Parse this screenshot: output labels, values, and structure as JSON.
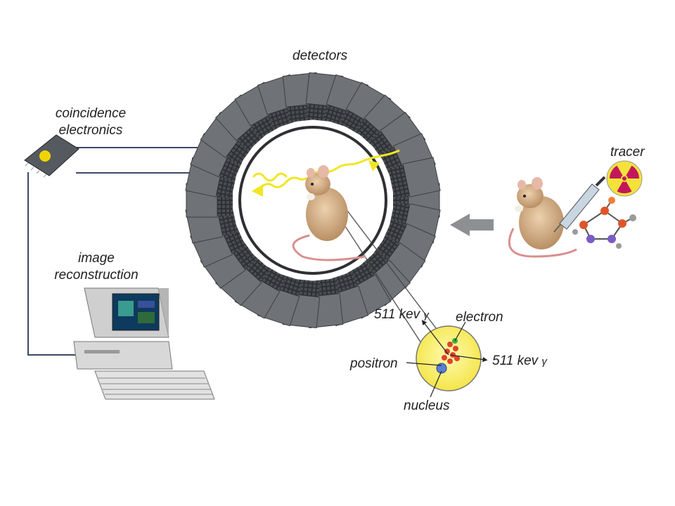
{
  "labels": {
    "detectors": "detectors",
    "coincidence_line1": "coincidence",
    "coincidence_line2": "electronics",
    "tracer": "tracer",
    "image_line1": "image",
    "image_line2": "reconstruction",
    "kev_top": "511 kev",
    "electron": "electron",
    "positron": "positron",
    "kev_right": "511 kev",
    "nucleus": "nucleus",
    "gamma": "γ"
  },
  "colors": {
    "detector_block": "#6f7276",
    "detector_inner": "#2e3033",
    "wire": "#3a4a66",
    "gamma_ray": "#f2e622",
    "mouse_body": "#d6b48e",
    "atom_fill": "#fbf36b",
    "positron_red": "#e0442a",
    "radiation_yellow": "#f3e23a",
    "radiation_magenta": "#c2185b"
  },
  "icons": [
    "chip-icon",
    "computer-icon",
    "mouse-icon",
    "syringe-icon",
    "radiation-icon",
    "molecule-icon",
    "arrow-left-icon"
  ]
}
